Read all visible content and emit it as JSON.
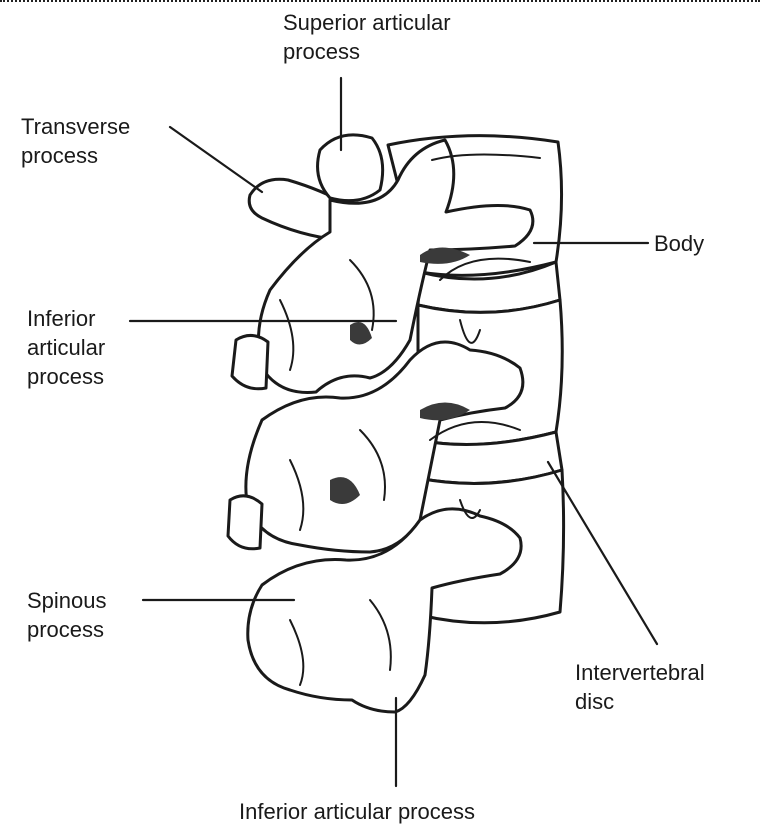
{
  "figure": {
    "labels": {
      "superior_articular": [
        "Superior articular",
        "process"
      ],
      "transverse": [
        "Transverse",
        "process"
      ],
      "body": [
        "Body"
      ],
      "inferior_articular_left": [
        "Inferior",
        "articular",
        "process"
      ],
      "spinous": [
        "Spinous",
        "process"
      ],
      "intervertebral": [
        "Intervertebral",
        "disc"
      ],
      "inferior_articular_bottom": [
        "Inferior articular process"
      ]
    },
    "colors": {
      "ink": "#1a1a1a",
      "bone": "#ffffff",
      "shade": "#3a3a3a"
    }
  }
}
